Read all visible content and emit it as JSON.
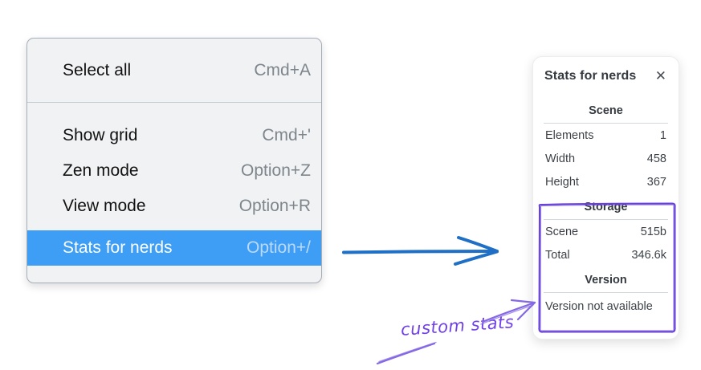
{
  "context_menu": {
    "sections": [
      {
        "items": [
          {
            "label": "Select all",
            "shortcut": "Cmd+A"
          }
        ]
      },
      {
        "items": [
          {
            "label": "Show grid",
            "shortcut": "Cmd+'"
          },
          {
            "label": "Zen mode",
            "shortcut": "Option+Z"
          },
          {
            "label": "View mode",
            "shortcut": "Option+R"
          },
          {
            "label": "Stats for nerds",
            "shortcut": "Option+/",
            "highlighted": true
          }
        ]
      }
    ]
  },
  "stats_panel": {
    "title": "Stats for nerds",
    "close_icon": "✕",
    "scene": {
      "heading": "Scene",
      "rows": [
        {
          "label": "Elements",
          "value": "1"
        },
        {
          "label": "Width",
          "value": "458"
        },
        {
          "label": "Height",
          "value": "367"
        }
      ]
    },
    "storage": {
      "heading": "Storage",
      "rows": [
        {
          "label": "Scene",
          "value": "515b"
        },
        {
          "label": "Total",
          "value": "346.6k"
        }
      ]
    },
    "version": {
      "heading": "Version",
      "message": "Version not available"
    }
  },
  "annotation": {
    "label": "custom stats"
  },
  "colors": {
    "menu_highlight": "#3e9ef5",
    "arrow_blue": "#1e6fc5",
    "annotation_rect_purple": "#6741d9",
    "handwriting_purple": "#7141e8"
  }
}
